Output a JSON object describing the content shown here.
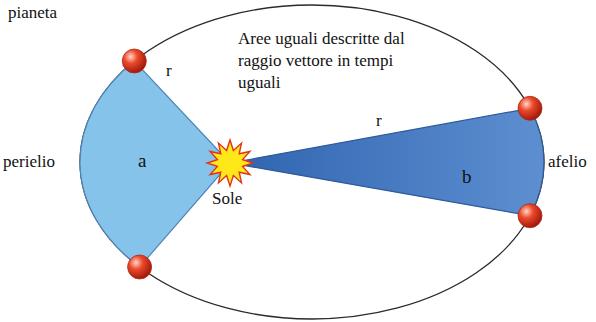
{
  "diagram": {
    "nodes": [
      {
        "text": [
          "a"
        ]
      },
      {
        "text": [
          "b"
        ]
      }
    ],
    "labels": [
      "pianeta",
      "r",
      "Aree uguali descritte dal raggio vettore in tempi uguali",
      "perielio",
      "Sole",
      "r",
      "afelio"
    ]
  }
}
